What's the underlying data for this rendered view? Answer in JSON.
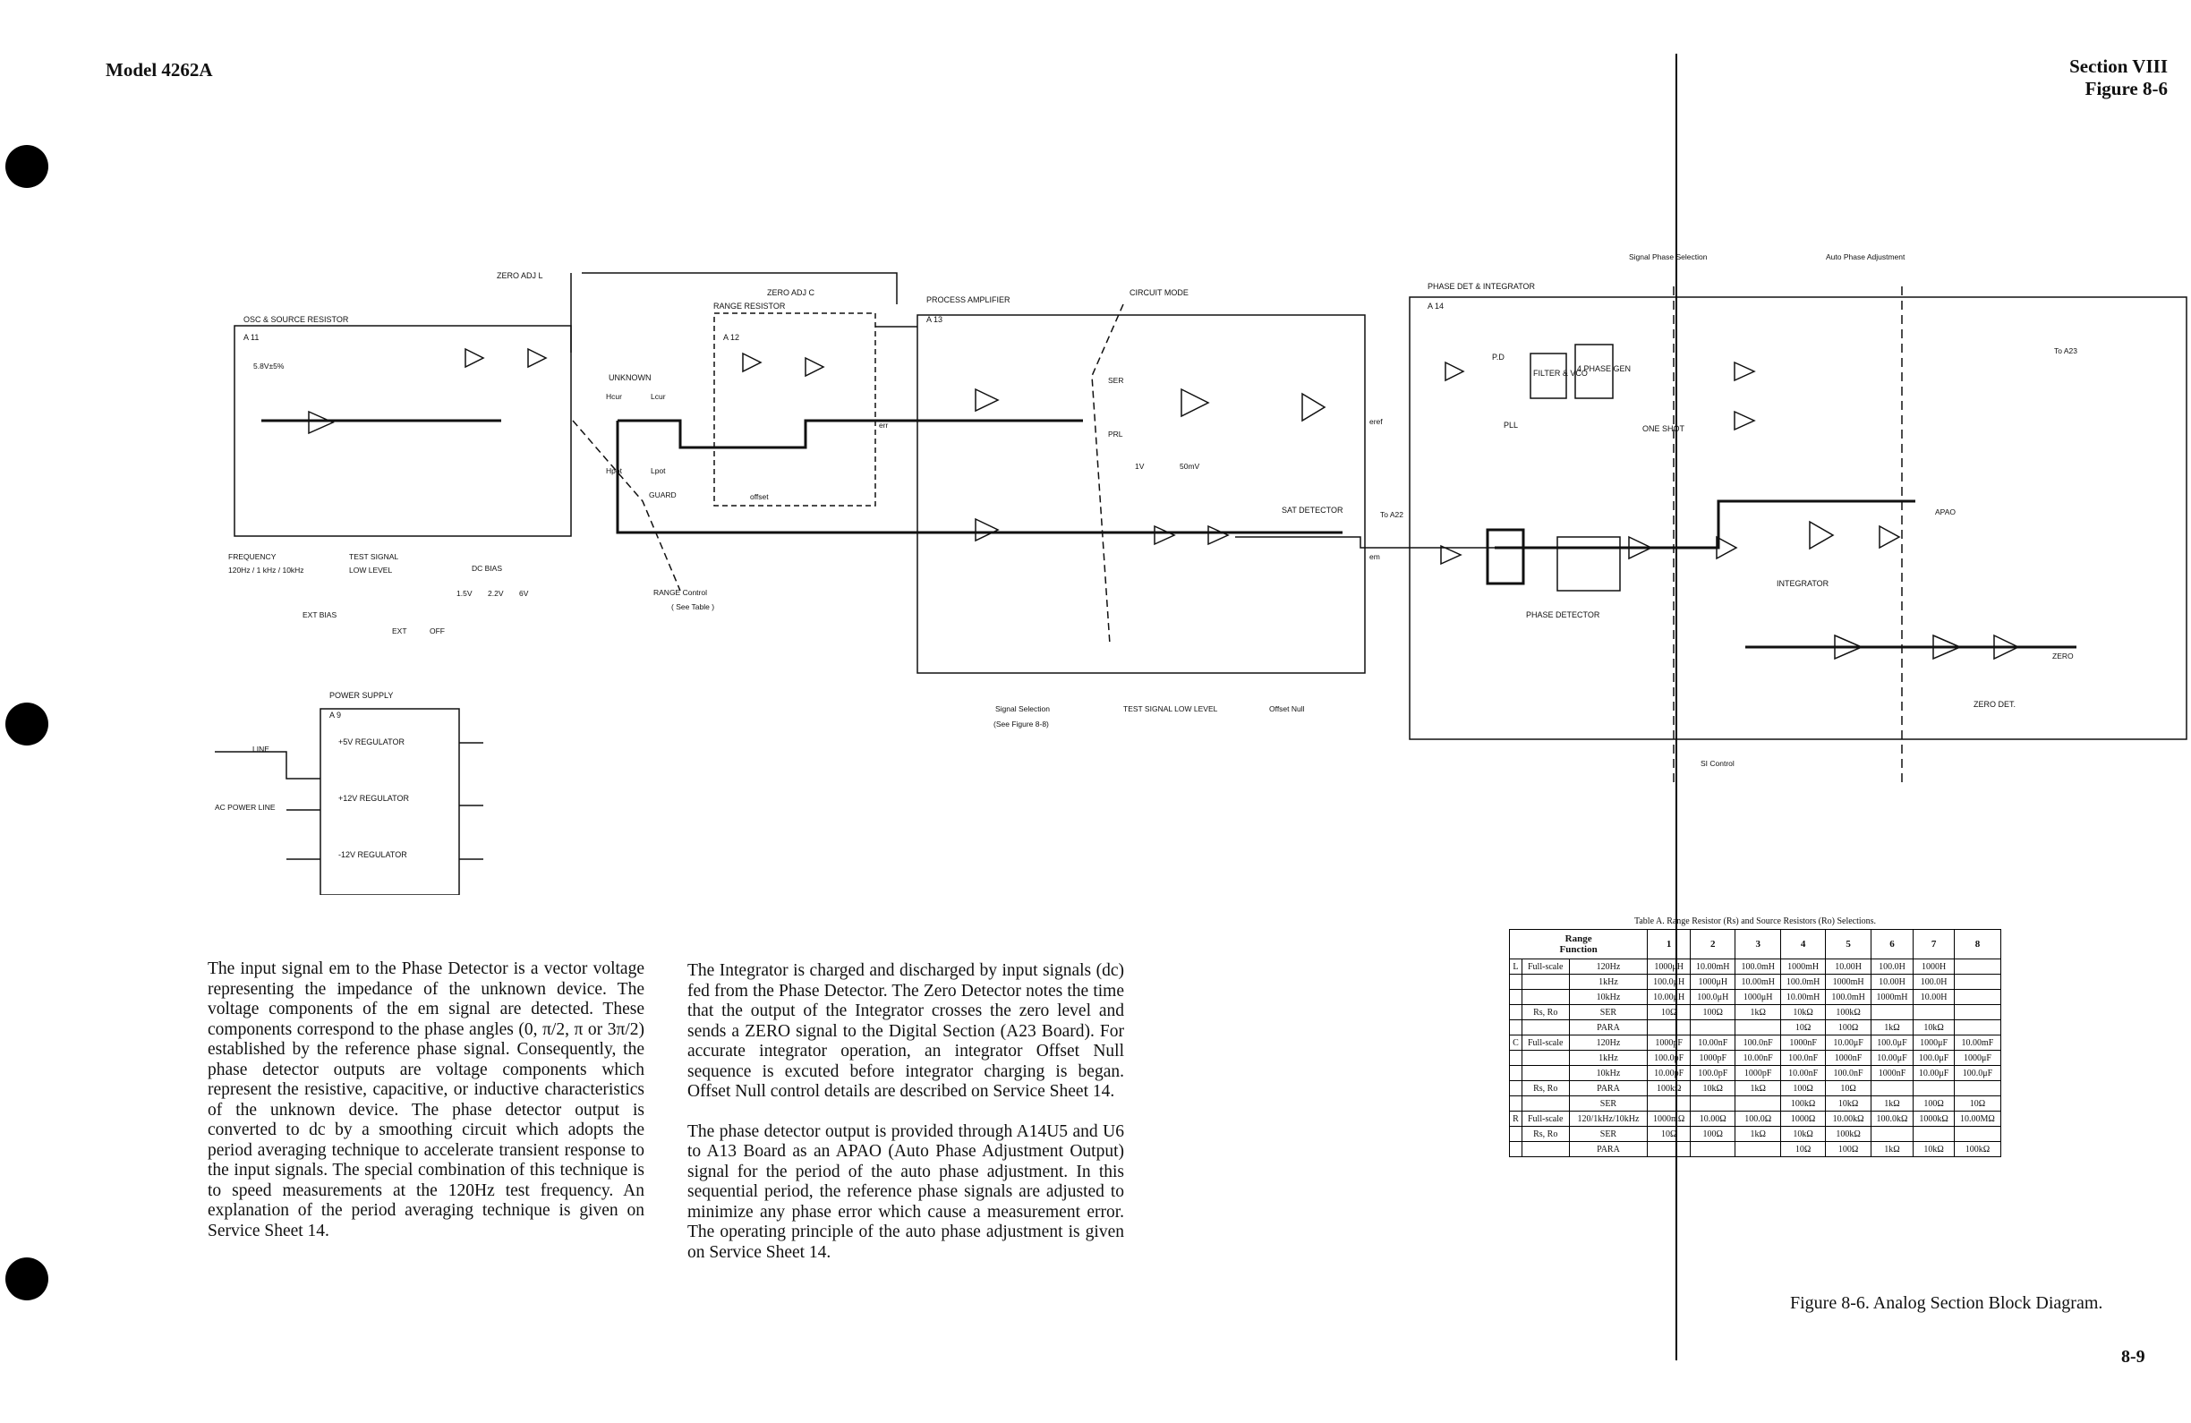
{
  "header": {
    "model": "Model 4262A",
    "section": "Section VIII",
    "figure": "Figure 8-6"
  },
  "diagram": {
    "blocks": {
      "osc_source_resistor": "OSC & SOURCE RESISTOR",
      "a11": "A 11",
      "zero_adj_l": "ZERO ADJ L",
      "zero_adj_c": "ZERO ADJ C",
      "range_resistor": "RANGE RESISTOR",
      "a12": "A 12",
      "process_amplifier": "PROCESS AMPLIFIER",
      "a13": "A 13",
      "circuit_mode": "CIRCUIT MODE",
      "phase_det_integrator": "PHASE DET & INTEGRATOR",
      "a14": "A 14",
      "unknown": "UNKNOWN",
      "power_supply": "POWER SUPPLY",
      "a9": "A 9",
      "reg_5v": "+5V REGULATOR",
      "reg_12v": "+12V REGULATOR",
      "reg_m12v": "-12V REGULATOR",
      "sat_detector": "SAT DETECTOR",
      "filter_vco": "FILTER & VCO",
      "phase_gen": "4 PHASE GEN",
      "one_shot": "ONE SHOT",
      "pll": "PLL",
      "pd": "P.D",
      "phase_detector": "PHASE DETECTOR",
      "integrator": "INTEGRATOR",
      "zero_det": "ZERO DET."
    },
    "controls": {
      "frequency": "FREQUENCY",
      "frequency_values": "120Hz / 1 kHz / 10kHz",
      "test_signal": "TEST SIGNAL",
      "low_level": "LOW LEVEL",
      "dc_bias": "DC BIAS",
      "ext_bias": "EXT BIAS",
      "ext": "EXT",
      "off": "OFF",
      "bias_1": "1.5V",
      "bias_2": "2.2V",
      "bias_3": "6V",
      "line": "LINE",
      "ac_power_line": "AC POWER LINE",
      "hcur": "Hcur",
      "lcur": "Lcur",
      "hpot": "Hpot",
      "lpot": "Lpot",
      "guard": "GUARD",
      "ser": "SER",
      "prl": "PRL",
      "iv": "1V",
      "50mv": "50mV",
      "v58": "5.8V±5%"
    },
    "notes": {
      "range_control": "RANGE Control",
      "see_table": "( See Table )",
      "signal_selection": "Signal Selection",
      "see_fig": "(See Figure 8-8)",
      "offset_null": "Offset Null",
      "test_signal_low": "TEST SIGNAL LOW LEVEL",
      "signal_phase_selection": "Signal Phase Selection",
      "auto_phase_adj": "Auto Phase Adjustment",
      "si_control": "SI Control",
      "to_a22": "To A22",
      "to_a23": "To A23",
      "zero": "ZERO",
      "apao": "APAO",
      "offset": "offset",
      "em": "em",
      "eref": "eref",
      "err": "err"
    }
  },
  "text": {
    "col1": [
      "The input signal em to the Phase Detector is a vector voltage representing the impedance of the unknown device. The voltage components of the em signal are detected. These components correspond to the phase angles (0, π/2, π or 3π/2) established by the reference phase signal. Consequently, the phase detector outputs are voltage components which represent the resistive, capacitive, or inductive characteristics of the unknown device. The phase detector output is converted to dc by a smoothing circuit which adopts the period averaging technique to accelerate transient response to the input signals. The special combination of this technique is to speed measurements at the 120Hz test frequency. An explanation of the period averaging technique is given on Service Sheet 14."
    ],
    "col2": [
      "The Integrator is charged and discharged by input signals (dc) fed from the Phase Detector. The Zero Detector notes the time that the output of the Integrator crosses the zero level and sends a ZERO signal to the Digital Section (A23 Board). For accurate integrator operation, an integrator Offset Null sequence is excuted before integrator charging is began. Offset Null control details are described on Service Sheet 14.",
      "The phase detector output is provided through A14U5 and U6 to A13 Board as an APAO (Auto Phase Adjustment Output) signal for the period of the auto phase adjustment. In this sequential period, the reference phase signals are adjusted to minimize any phase error which cause a measurement error. The operating principle of the auto phase adjustment is given on Service Sheet 14."
    ]
  },
  "table": {
    "title": "Table A. Range Resistor (Rs) and Source Resistors (Ro) Selections.",
    "corner_range": "Range",
    "corner_function": "Function",
    "ranges": [
      "1",
      "2",
      "3",
      "4",
      "5",
      "6",
      "7",
      "8"
    ],
    "rows": [
      {
        "fn": "L",
        "sub": "Full-scale",
        "key": "120Hz",
        "cells": [
          "1000μH",
          "10.00mH",
          "100.0mH",
          "1000mH",
          "10.00H",
          "100.0H",
          "1000H",
          ""
        ]
      },
      {
        "fn": "",
        "sub": "",
        "key": "1kHz",
        "cells": [
          "100.0μH",
          "1000μH",
          "10.00mH",
          "100.0mH",
          "1000mH",
          "10.00H",
          "100.0H",
          ""
        ]
      },
      {
        "fn": "",
        "sub": "",
        "key": "10kHz",
        "cells": [
          "10.00μH",
          "100.0μH",
          "1000μH",
          "10.00mH",
          "100.0mH",
          "1000mH",
          "10.00H",
          ""
        ]
      },
      {
        "fn": "",
        "sub": "Rs, Ro",
        "key": "SER",
        "cells": [
          "10Ω",
          "100Ω",
          "1kΩ",
          "10kΩ",
          "100kΩ",
          "",
          "",
          ""
        ]
      },
      {
        "fn": "",
        "sub": "",
        "key": "PARA",
        "cells": [
          "",
          "",
          "",
          "10Ω",
          "100Ω",
          "1kΩ",
          "10kΩ",
          ""
        ]
      },
      {
        "fn": "C",
        "sub": "Full-scale",
        "key": "120Hz",
        "cells": [
          "1000pF",
          "10.00nF",
          "100.0nF",
          "1000nF",
          "10.00μF",
          "100.0μF",
          "1000μF",
          "10.00mF"
        ]
      },
      {
        "fn": "",
        "sub": "",
        "key": "1kHz",
        "cells": [
          "100.0pF",
          "1000pF",
          "10.00nF",
          "100.0nF",
          "1000nF",
          "10.00μF",
          "100.0μF",
          "1000μF"
        ]
      },
      {
        "fn": "",
        "sub": "",
        "key": "10kHz",
        "cells": [
          "10.00pF",
          "100.0pF",
          "1000pF",
          "10.00nF",
          "100.0nF",
          "1000nF",
          "10.00μF",
          "100.0μF"
        ]
      },
      {
        "fn": "",
        "sub": "Rs, Ro",
        "key": "PARA",
        "cells": [
          "100kΩ",
          "10kΩ",
          "1kΩ",
          "100Ω",
          "10Ω",
          "",
          "",
          ""
        ]
      },
      {
        "fn": "",
        "sub": "",
        "key": "SER",
        "cells": [
          "",
          "",
          "",
          "100kΩ",
          "10kΩ",
          "1kΩ",
          "100Ω",
          "10Ω"
        ]
      },
      {
        "fn": "R",
        "sub": "Full-scale",
        "key": "120/1kHz/10kHz",
        "cells": [
          "1000mΩ",
          "10.00Ω",
          "100.0Ω",
          "1000Ω",
          "10.00kΩ",
          "100.0kΩ",
          "1000kΩ",
          "10.00MΩ"
        ]
      },
      {
        "fn": "",
        "sub": "Rs, Ro",
        "key": "SER",
        "cells": [
          "10Ω",
          "100Ω",
          "1kΩ",
          "10kΩ",
          "100kΩ",
          "",
          "",
          ""
        ]
      },
      {
        "fn": "",
        "sub": "",
        "key": "PARA",
        "cells": [
          "",
          "",
          "",
          "10Ω",
          "100Ω",
          "1kΩ",
          "10kΩ",
          "100kΩ"
        ]
      }
    ]
  },
  "caption": "Figure 8-6. Analog Section Block Diagram.",
  "page_number": "8-9"
}
